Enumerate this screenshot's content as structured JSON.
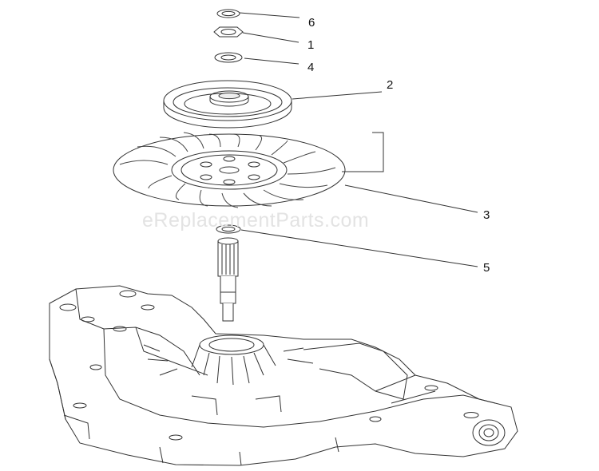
{
  "watermark": "eReplacementParts.com",
  "callouts": [
    {
      "id": "6",
      "label": "6"
    },
    {
      "id": "1",
      "label": "1"
    },
    {
      "id": "4",
      "label": "4"
    },
    {
      "id": "2",
      "label": "2"
    },
    {
      "id": "3",
      "label": "3"
    },
    {
      "id": "5",
      "label": "5"
    }
  ],
  "colors": {
    "line": "#333333",
    "fill": "#ffffff",
    "watermark": "#e3e3e3"
  }
}
